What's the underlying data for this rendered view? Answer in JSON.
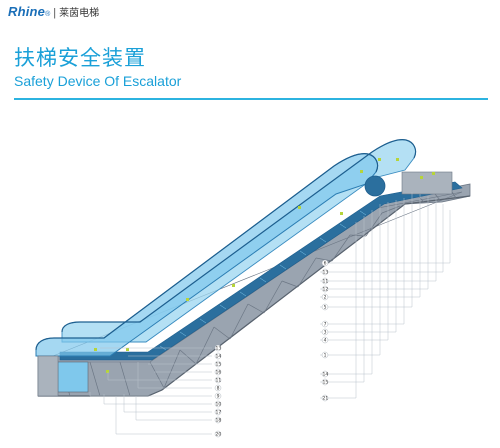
{
  "header": {
    "brand": "Rhine",
    "brand_mark": "®",
    "brand_separator": "|",
    "brand_cn": "莱茵电梯"
  },
  "title": {
    "cn": "扶梯安全装置",
    "en": "Safety Device Of Escalator"
  },
  "colors": {
    "accent": "#1aa0d8",
    "rule": "#2cb3e0",
    "truss": "#8b97a6",
    "glass": "#7fc8ec",
    "steps": "#1e5f8f",
    "marker": "#b6d43a"
  },
  "callouts": {
    "left": [
      "13",
      "14",
      "15",
      "16",
      "11",
      "8",
      "9",
      "10",
      "17",
      "18",
      "20"
    ],
    "right": [
      "6",
      "13",
      "11",
      "12",
      "2",
      "5",
      "7",
      "3",
      "4",
      "1",
      "14",
      "15",
      "21"
    ]
  }
}
